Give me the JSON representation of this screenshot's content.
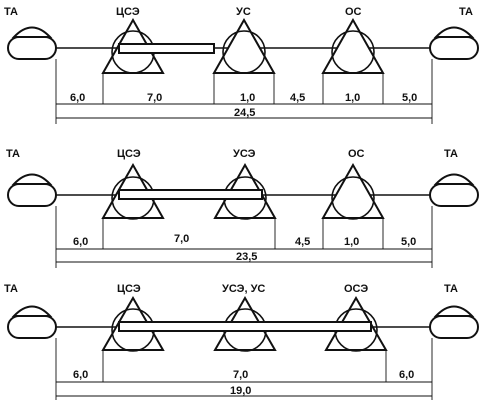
{
  "rows": [
    {
      "labels": {
        "left_terminal": "ТА",
        "n1": "ЦСЭ",
        "n2": "УС",
        "n3": "ОС",
        "right_terminal": "ТА"
      },
      "segments": [
        "6,0",
        "7,0",
        "1,0",
        "4,5",
        "1,0",
        "5,0"
      ],
      "total": "24,5"
    },
    {
      "labels": {
        "left_terminal": "ТА",
        "n1": "ЦСЭ",
        "n2": "УСЭ",
        "n3": "ОС",
        "right_terminal": "ТА"
      },
      "segments": [
        "6,0",
        "7,0",
        "4,5",
        "1,0",
        "5,0"
      ],
      "total": "23,5"
    },
    {
      "labels": {
        "left_terminal": "ТА",
        "n1": "ЦСЭ",
        "n2": "УСЭ, УС",
        "n3": "ОСЭ",
        "right_terminal": "ТА"
      },
      "segments": [
        "6,0",
        "7,0",
        "6,0"
      ],
      "total": "19,0"
    }
  ]
}
